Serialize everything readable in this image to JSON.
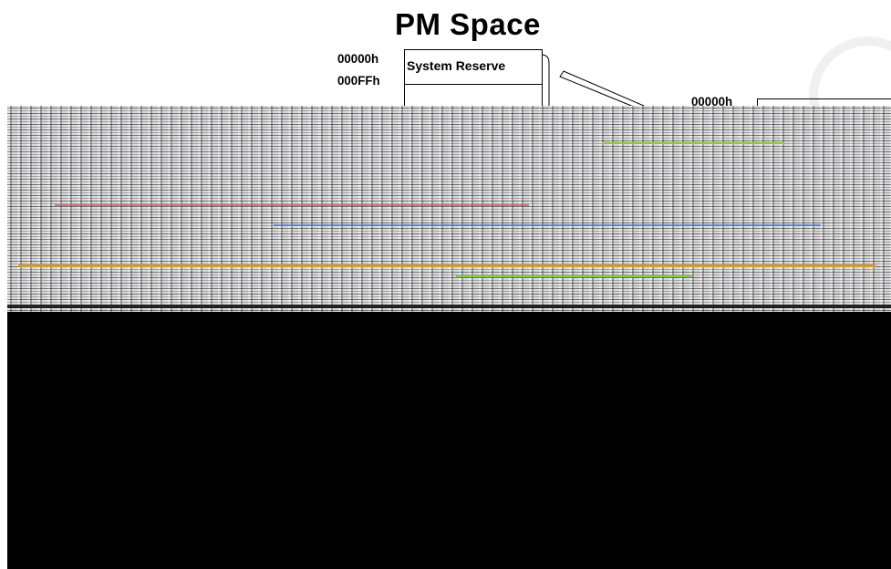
{
  "diagram": {
    "title": "PM Space",
    "memory_map": {
      "start_address": "00000h",
      "reserve_end_address": "000FFh",
      "reserve_label": "System Reserve"
    },
    "second_map": {
      "start_address": "00000h"
    }
  },
  "colors": {
    "stripe_green": "#7fcf3a",
    "stripe_red": "#d04a5a",
    "stripe_blue": "#4a6ad0",
    "stripe_orange": "#d89a30",
    "occluded_block": "#000000"
  }
}
